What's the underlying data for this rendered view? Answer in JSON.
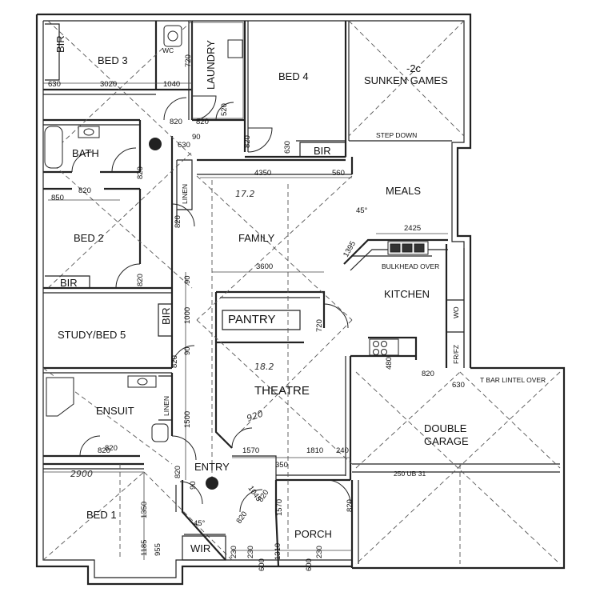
{
  "rooms": {
    "bed3": "BED 3",
    "wc": "WC",
    "laundry": "LAUNDRY",
    "bed4": "BED 4",
    "games_level": "-2c",
    "games": "SUNKEN GAMES",
    "step_down": "STEP DOWN",
    "bath": "BATH",
    "meals": "MEALS",
    "linen1": "LINEN",
    "bed2": "BED 2",
    "family": "FAMILY",
    "bulkhead": "BULKHEAD OVER",
    "kitchen": "KITCHEN",
    "wo": "WO",
    "frfz": "FR/FZ",
    "study": "STUDY/BED 5",
    "pantry": "PANTRY",
    "theatre": "THEATRE",
    "ensuit": "ENSUIT",
    "linen2": "LINEN",
    "double_garage_1": "DOUBLE",
    "double_garage_2": "GARAGE",
    "entry": "ENTRY",
    "bed1": "BED 1",
    "wir": "WIR",
    "porch": "PORCH",
    "bir_bed3": "BIR",
    "bir_bed4": "BIR",
    "bir_bed2": "BIR",
    "bir_study": "BIR",
    "t_bar": "T BAR LINTEL OVER",
    "ub": "250 UB 31"
  },
  "dimensions": {
    "d630a": "630",
    "d3020": "3020",
    "d1040": "1040",
    "d720": "720",
    "d820a": "820",
    "d820b": "820",
    "d520": "520",
    "d820c": "820",
    "d630b": "630",
    "d90a": "90",
    "d820d": "820",
    "d630c": "630",
    "d4350": "4350",
    "d560": "560",
    "d820e": "820",
    "d850": "850",
    "d820f": "820",
    "d820g": "820",
    "d45a": "45°",
    "d2425": "2425",
    "d1395": "1395",
    "d820h": "820",
    "d3600": "3600",
    "d1000": "1000",
    "d90b": "90",
    "d720b": "720",
    "d820i": "820",
    "d90c": "90",
    "d480": "480",
    "d820j": "820",
    "d630d": "630",
    "d1500": "1500",
    "d820k": "820",
    "d1570a": "1570",
    "d1810": "1810",
    "d240": "240",
    "d350": "350",
    "d820l": "820",
    "d90d": "90",
    "d1045": "1045",
    "d820m": "820",
    "d820n": "820",
    "d1570b": "1570",
    "d820o": "820",
    "d1350": "1350",
    "d45b": "45°",
    "d1185": "1185",
    "d955": "955",
    "d230a": "230",
    "d600a": "600",
    "d230b": "230",
    "d1310": "1310",
    "d230c": "230",
    "d600b": "600",
    "d820p": "820",
    "d920": "920"
  },
  "handwritten": {
    "h2900": "2900",
    "h172": "17.2",
    "h182": "18.2"
  }
}
